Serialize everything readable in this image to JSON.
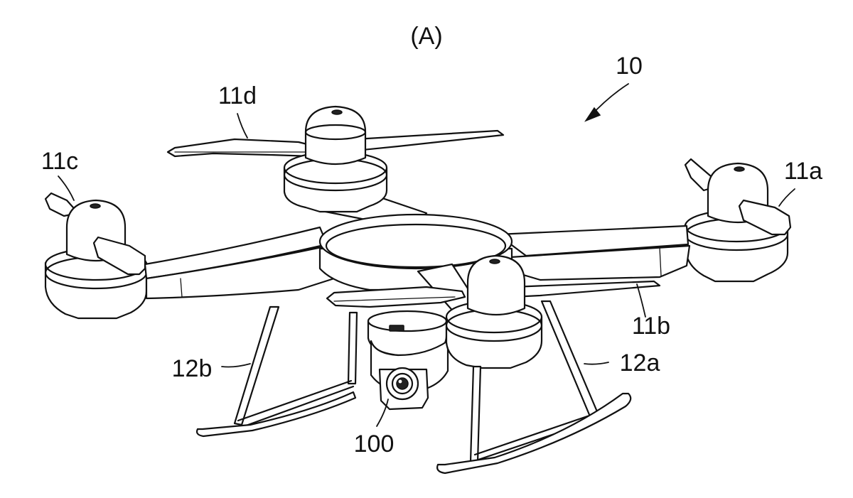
{
  "figure": {
    "panel_label": "(A)",
    "labels": {
      "drone": "10",
      "rotor_a": "11a",
      "rotor_b": "11b",
      "rotor_c": "11c",
      "rotor_d": "11d",
      "leg_a": "12a",
      "leg_b": "12b",
      "camera": "100"
    }
  }
}
